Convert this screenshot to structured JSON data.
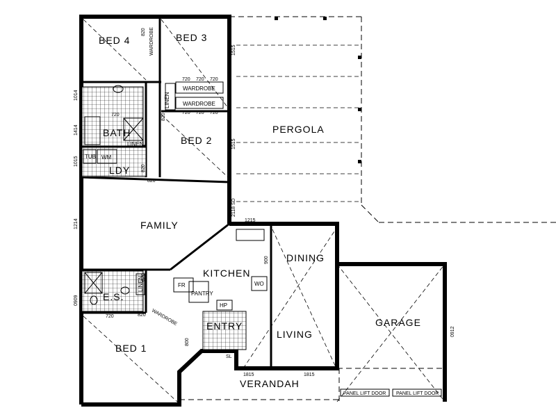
{
  "rooms": {
    "bed4": "BED 4",
    "bed3": "BED 3",
    "bed2": "BED 2",
    "bed1": "BED 1",
    "bath": "BATH",
    "ldy": "LDY",
    "family": "FAMILY",
    "kitchen": "KITCHEN",
    "dining": "DINING",
    "living": "LIVING",
    "garage": "GARAGE",
    "es": "E.S.",
    "entry": "ENTRY",
    "pergola": "PERGOLA",
    "verandah": "VERANDAH"
  },
  "fixtures": {
    "wardrobe": "WARDROBE",
    "linen": "LINEN",
    "tub": "TUB",
    "wm": "WM",
    "wo": "WO",
    "fr": "FR",
    "pantry": "PANTRY",
    "hp": "HP",
    "panel_lift_door": "PANEL LIFT DOOR",
    "sl": "SL"
  },
  "dimensions": {
    "d720": "720",
    "d820": "820",
    "d620": "620",
    "d1515": "1515",
    "d1215": "1215",
    "d1815": "1815",
    "d2118sd": "2118 SD",
    "d0912": "0912",
    "d1214": "1214",
    "d1014": "1014",
    "d0909": "0909",
    "d1414": "1414",
    "d1015": "1015",
    "d800": "800",
    "d900": "900"
  }
}
